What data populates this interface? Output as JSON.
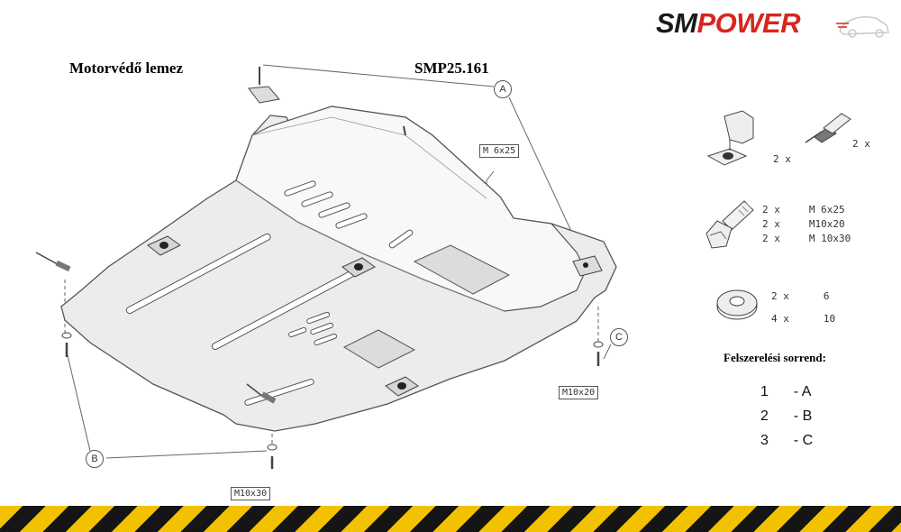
{
  "header": {
    "title": "Motorvédő lemez",
    "part_number": "SMP25.161"
  },
  "logo": {
    "part1": "SM",
    "part2": "POWER",
    "colors": {
      "part1": "#1a1a1a",
      "part2": "#d7261e"
    }
  },
  "callouts": {
    "a": "A",
    "b": "B",
    "c": "C",
    "bolt_m6": "M 6x25",
    "bolt_m10x20": "M10x20",
    "bolt_m10x30": "M10x30"
  },
  "parts": {
    "bracket_qty": "2 x",
    "clip_qty": "2 x",
    "bolts": [
      {
        "qty": "2 x",
        "size": "M 6x25"
      },
      {
        "qty": "2 x",
        "size": "M10x20"
      },
      {
        "qty": "2 x",
        "size": "M 10x30"
      }
    ],
    "washers": [
      {
        "qty": "2 x",
        "size": "6"
      },
      {
        "qty": "4 x",
        "size": "10"
      }
    ]
  },
  "sequence": {
    "title": "Felszerelési sorrend:",
    "steps": [
      {
        "num": "1",
        "letter": "- A"
      },
      {
        "num": "2",
        "letter": "- B"
      },
      {
        "num": "3",
        "letter": "- C"
      }
    ]
  },
  "colors": {
    "stripe_yellow": "#f2c200",
    "stripe_black": "#151515"
  }
}
